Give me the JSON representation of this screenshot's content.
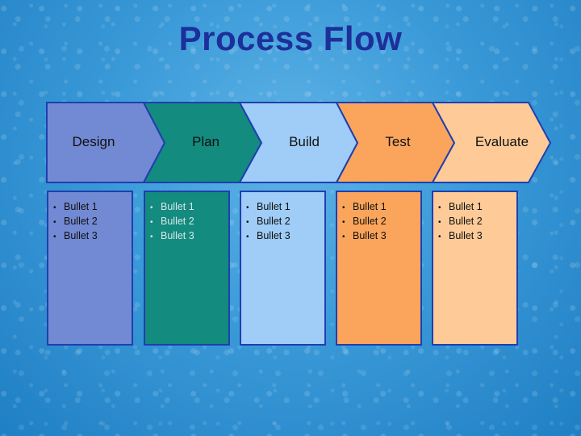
{
  "slide": {
    "title": "Process Flow"
  },
  "steps": [
    {
      "label": "Design",
      "fill": "#7289d4",
      "bullets": [
        "Bullet 1",
        "Bullet 2",
        "Bullet 3"
      ]
    },
    {
      "label": "Plan",
      "fill": "#138b7f",
      "bullets": [
        "Bullet 1",
        "Bullet 2",
        "Bullet 3"
      ]
    },
    {
      "label": "Build",
      "fill": "#9fcdf7",
      "bullets": [
        "Bullet 1",
        "Bullet 2",
        "Bullet 3"
      ]
    },
    {
      "label": "Test",
      "fill": "#fba55c",
      "bullets": [
        "Bullet 1",
        "Bullet 2",
        "Bullet 3"
      ]
    },
    {
      "label": "Evaluate",
      "fill": "#fecb98",
      "bullets": [
        "Bullet 1",
        "Bullet 2",
        "Bullet 3"
      ]
    }
  ],
  "colors": {
    "title": "#1d2f9a",
    "outline": "#1f3fb0"
  }
}
